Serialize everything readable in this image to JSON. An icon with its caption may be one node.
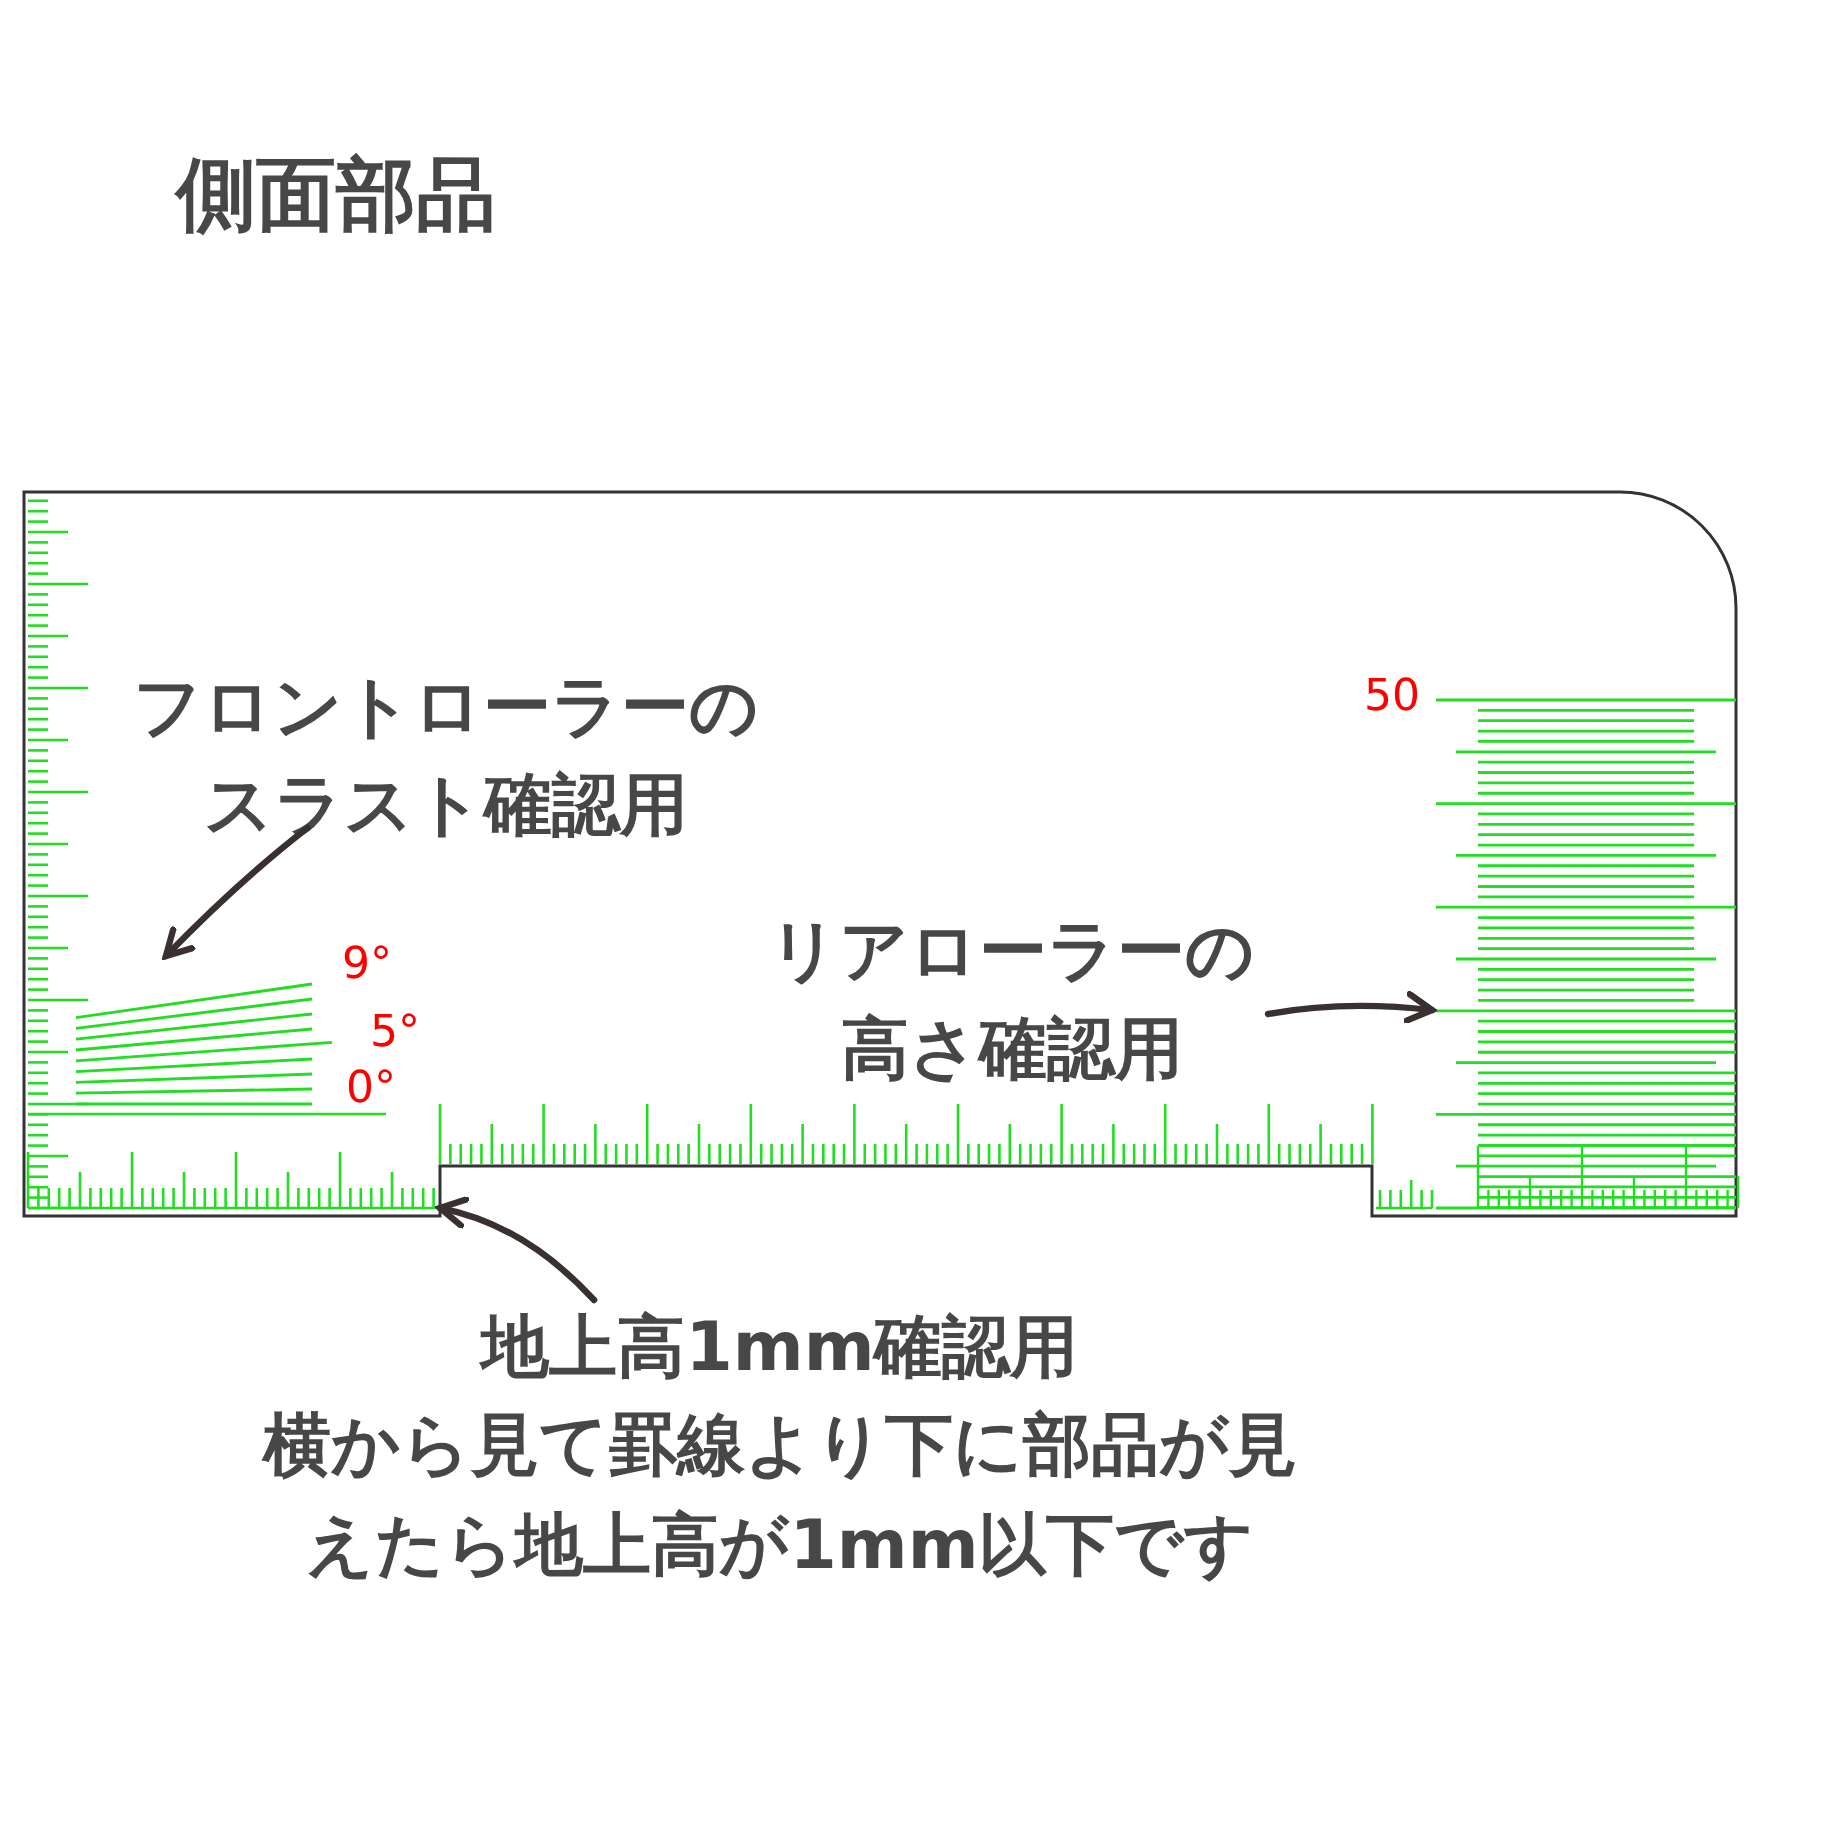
{
  "diagram": {
    "title": "側面部品",
    "nodes": [
      {
        "text": [],
        "shape": "box"
      },
      {
        "text": [
          "フロントローラーのスラスト確認用"
        ],
        "in": 0
      },
      {
        "text": [],
        "shape": "picture",
        "in": 0,
        "beside": [
          "9°",
          "5°",
          "0°"
        ]
      },
      {
        "text": [
          "リアローラーの高さ確認用"
        ],
        "in": 0
      },
      {
        "text": [],
        "shape": "picture",
        "in": 0,
        "beside": [
          "50"
        ]
      },
      {
        "text": [
          "地上高1mm確認用",
          "横から見て罫線より下に部品が見えたら地上高が1mm以下です"
        ]
      }
    ],
    "edges": [
      {
        "from": 1,
        "to": 2,
        "arrow": "to"
      },
      {
        "from": 3,
        "to": 4,
        "arrow": "to"
      },
      {
        "from": 5,
        "to": 0,
        "arrow": "to"
      }
    ]
  }
}
